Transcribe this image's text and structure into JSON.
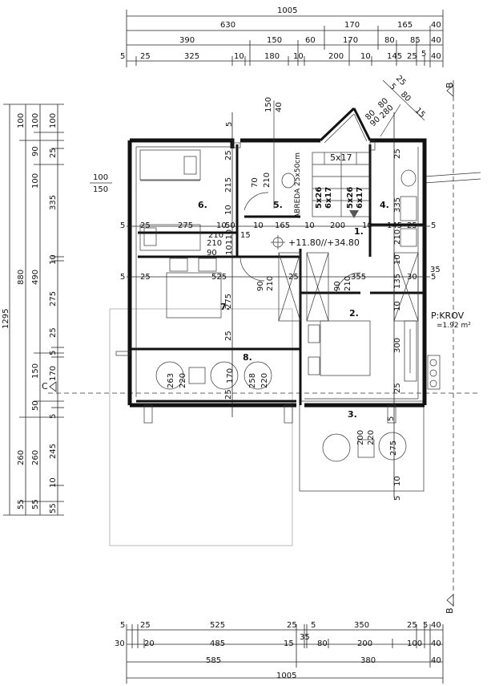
{
  "dims_top": {
    "row1": [
      "1005"
    ],
    "row2": [
      "630",
      "170",
      "165",
      "40"
    ],
    "row3": [
      "390",
      "150",
      "60",
      "170",
      "80",
      "85",
      "40"
    ],
    "row4": [
      "5",
      "25",
      "325",
      "10",
      "180",
      "10",
      "200",
      "10",
      "145",
      "25",
      "5",
      "40"
    ]
  },
  "dims_bottom": {
    "row1": [
      "5",
      "25",
      "525",
      "25",
      "5",
      "350",
      "25",
      "5",
      "40"
    ],
    "row2": [
      "30",
      "20",
      "485",
      "15",
      "35",
      "80",
      "200",
      "100",
      "40"
    ],
    "row3": [
      "585",
      "380",
      "40"
    ],
    "row4": [
      "1005"
    ]
  },
  "dims_left": {
    "col1": [
      "1295"
    ],
    "col2": [
      "100",
      "880",
      "260",
      "55"
    ],
    "col3": [
      "100",
      "90",
      "100",
      "490",
      "150",
      "50",
      "260",
      "55"
    ],
    "col4": [
      "100",
      "25",
      "335",
      "10",
      "275",
      "25",
      "5",
      "170",
      "5",
      "245",
      "10",
      "55"
    ]
  },
  "rooms": {
    "r1": "1.",
    "r2": "2.",
    "r3": "3.",
    "r4": "4.",
    "r5": "5.",
    "r6": "6.",
    "r7": "7.",
    "r8": "8."
  },
  "labels": {
    "elevation": "+11.80//+34.80",
    "stairs_main": "5x17",
    "stairs_a": "5x26",
    "stairs_a2": "6x17",
    "stairs_b": "5x26",
    "stairs_b2": "6x17",
    "abreda": "ABREDA 25x50cm",
    "roof": "P:KROV",
    "roof_area": "=1.92 m²",
    "section_b_top": "B",
    "section_b_bottom": "B",
    "section_c": "C",
    "window_100": "100",
    "window_150": "150",
    "window_40": "40",
    "window_150b": "150",
    "diag_5": "5",
    "diag_25": "25",
    "diag_80": "80",
    "diag_15": "15",
    "diag_80b": "80",
    "diag_280": "280",
    "diag_90": "90",
    "diag_80c": "80"
  },
  "inner_dims": {
    "d_5a": "5",
    "d_25a": "25",
    "d_275": "275",
    "d_10a": "10",
    "d_50": "50",
    "d_10b": "10",
    "d_165": "165",
    "d_10c": "10",
    "d_200": "200",
    "d_10d": "10",
    "d_145": "145",
    "d_25b": "25",
    "d_5b": "5",
    "d_5c": "5",
    "d_25c": "25",
    "d_525": "525",
    "d_25d": "25",
    "d_355": "355",
    "d_30": "30",
    "d_5d": "5",
    "v_25a": "25",
    "v_215": "215",
    "v_10a": "10",
    "v_15": "15",
    "v_275": "275",
    "v_25b": "25",
    "v_25c": "25",
    "v_335": "335",
    "v_10b": "10",
    "v_210a": "210",
    "v_135": "135",
    "v_10c": "10",
    "v_300": "300",
    "v_25d": "25",
    "v_35": "35",
    "v_10e": "10",
    "v_5e": "5",
    "door_90a": "90",
    "door_210a": "210",
    "door_90b": "90",
    "door_210b": "210",
    "door_90c": "90",
    "door_210c": "210",
    "door_70": "70",
    "door_210d": "210",
    "door_210e": "210",
    "door_110": "110",
    "door_10f": "10",
    "t_263": "263",
    "t_220a": "220",
    "t_170": "170",
    "t_258": "258",
    "t_220b": "220",
    "t_200": "200",
    "t_220c": "220",
    "t_275": "275",
    "v_5f": "5",
    "v_25g": "25",
    "v_5g": "5"
  }
}
